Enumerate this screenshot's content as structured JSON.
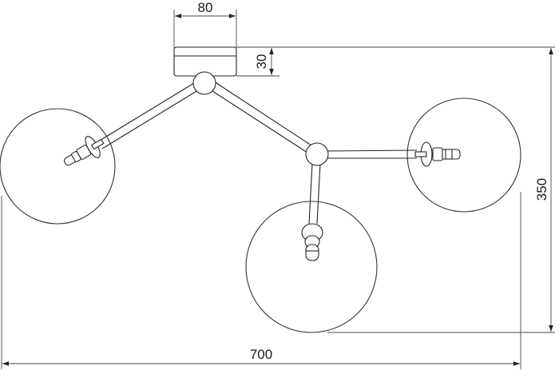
{
  "dimensions": {
    "canopy_width": "80",
    "canopy_height": "30",
    "overall_height": "350",
    "overall_width": "700"
  }
}
